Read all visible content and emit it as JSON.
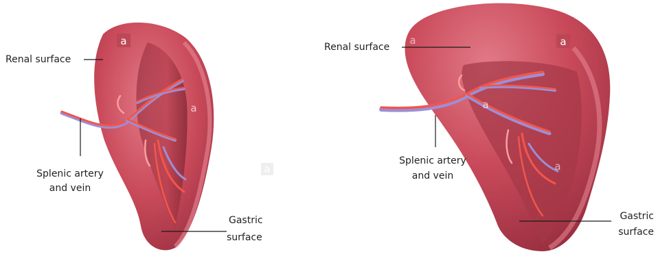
{
  "left_figure": {
    "renal_label": "Renal surface",
    "vessel_label_line1": "Splenic artery",
    "vessel_label_line2": "and vein",
    "gastric_label_line1": "Gastric",
    "gastric_label_line2": "surface"
  },
  "right_figure": {
    "renal_label": "Renal surface",
    "vessel_label_line1": "Splenic artery",
    "vessel_label_line2": "and vein",
    "gastric_label_line1": "Gastric",
    "gastric_label_line2": "surface"
  },
  "watermark_glyph": "a",
  "colors": {
    "organ_main": "#c94a5a",
    "organ_dark": "#8e2a3a",
    "organ_light": "#e0707e",
    "artery": "#f2564a",
    "vein": "#9b8fd8",
    "background": "#ffffff"
  }
}
